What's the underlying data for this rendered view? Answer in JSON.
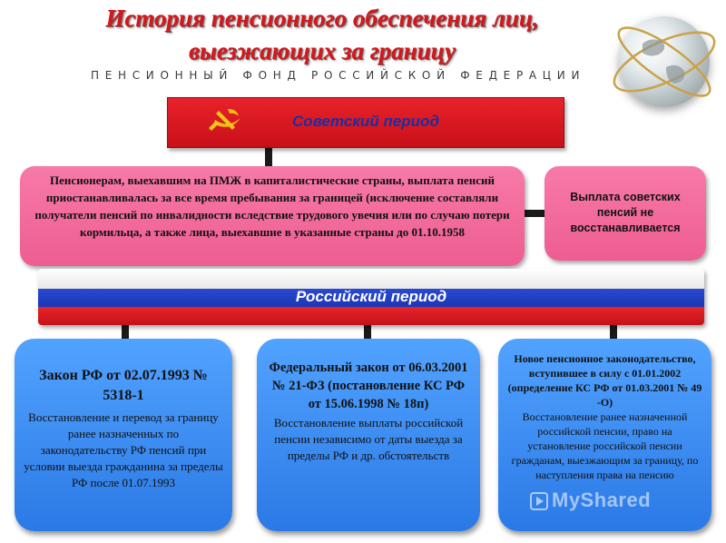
{
  "header": {
    "title_line1": "История пенсионного обеспечения лиц,",
    "title_line2": "выезжающих за границу",
    "subtitle": "ПЕНСИОННЫЙ ФОНД РОССИЙСКОЙ ФЕДЕРАЦИИ"
  },
  "soviet": {
    "title": "Советский период",
    "main_text": "Пенсионерам, выехавшим на ПМЖ в капиталистические страны, выплата пенсий приостанавливалась за все время пребывания за границей (исключение составляли получатели пенсий по инвалидности вследствие трудового увечия или по случаю потери кормильца, а также лица, выехавшие в указанные страны до 01.10.1958",
    "side_text": "Выплата советских пенсий не восстанавливается"
  },
  "russia": {
    "title": "Российский период",
    "boxes": [
      {
        "heading": "Закон РФ от 02.07.1993 № 5318-1",
        "text": "Восстановление и перевод за границу ранее назначенных по законодательству РФ пенсий при условии выезда гражданина за пределы РФ после 01.07.1993"
      },
      {
        "heading": "Федеральный закон от 06.03.2001 № 21-ФЗ (постановление КС РФ от 15.06.1998 № 18п)",
        "text": "Восстановление выплаты российской пенсии независимо от даты выезда за пределы РФ и др. обстоятельств"
      },
      {
        "heading": "Новое пенсионное законодательство, вступившее в силу с 01.01.2002 (определение КС РФ от 01.03.2001 № 49 -О)",
        "text": "Восстановление ранее назначенной российской пенсии, право на установление российской пенсии гражданам, выезжающим за границу, по наступления права на пенсию"
      }
    ]
  },
  "watermark": "MyShared"
}
